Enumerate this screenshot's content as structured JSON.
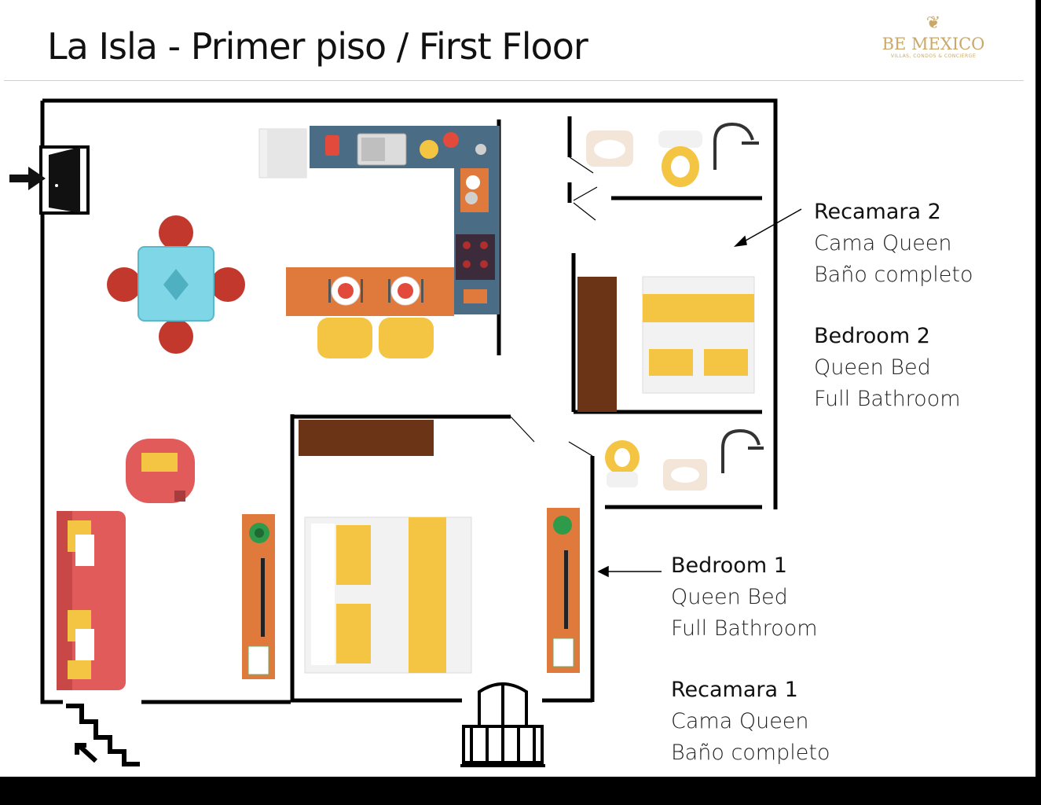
{
  "title": "La Isla - Primer piso / First Floor",
  "logo": {
    "name": "BE MEXICO",
    "tagline": "VILLAS, CONDOS & CONCIERGE"
  },
  "labels": {
    "bedroom2": {
      "line1": "Recamara 2",
      "line2": "Cama Queen",
      "line3": "Baño completo",
      "line4": "Bedroom  2",
      "line5": "Queen Bed",
      "line6": "Full Bathroom"
    },
    "bedroom1": {
      "line1": "Bedroom 1",
      "line2": "Queen Bed",
      "line3": "Full Bathroom",
      "line4": "Recamara 1",
      "line5": "Cama Queen",
      "line6": "Baño completo"
    }
  },
  "colors": {
    "wall": "#000000",
    "counter": "#4b6c85",
    "wood_orange": "#e07a3c",
    "wood_dark": "#6b3416",
    "chair_red": "#c2382c",
    "table_glass": "#7fd6e6",
    "bed_yellow": "#f4c542",
    "sofa_pink": "#e25b5b",
    "logo_gold": "#c9a86a"
  },
  "icons": [
    "entry-door-icon",
    "entry-arrow-icon",
    "stairs-icon",
    "balcony-icon",
    "shower-icon",
    "toilet-icon",
    "sink-icon",
    "plant-icon",
    "stove-icon",
    "refrigerator-icon"
  ]
}
